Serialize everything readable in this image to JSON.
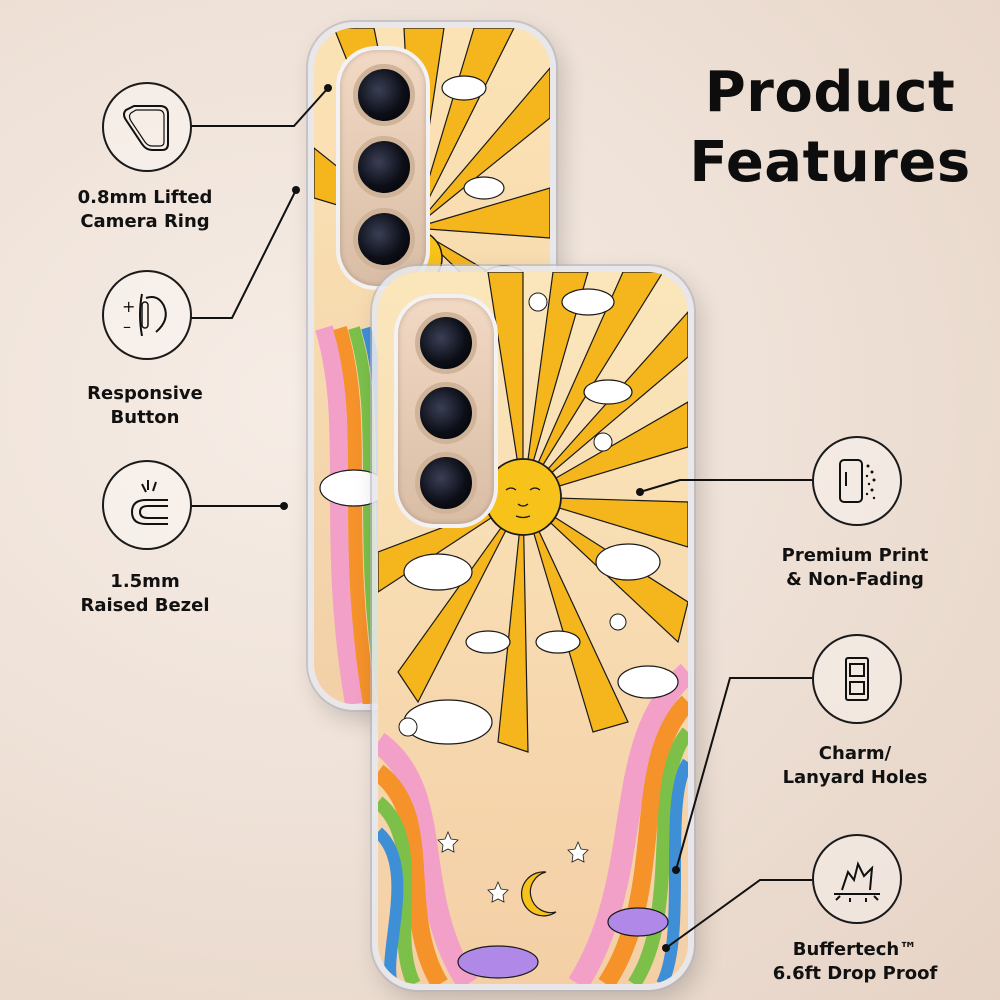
{
  "title": {
    "line1": "Product",
    "line2": "Features"
  },
  "features": [
    {
      "id": "camera-ring",
      "line1": "0.8mm Lifted",
      "line2": "Camera Ring",
      "icon": "camera-ring-icon"
    },
    {
      "id": "button",
      "line1": "Responsive",
      "line2": "Button",
      "icon": "responsive-button-icon"
    },
    {
      "id": "bezel",
      "line1": "1.5mm",
      "line2": "Raised Bezel",
      "icon": "raised-bezel-icon"
    },
    {
      "id": "print",
      "line1": "Premium Print",
      "line2": "& Non-Fading",
      "icon": "premium-print-icon"
    },
    {
      "id": "charm",
      "line1": "Charm/",
      "line2": "Lanyard Holes",
      "icon": "lanyard-holes-icon"
    },
    {
      "id": "drop",
      "line1": "Buffertech™",
      "line2": "6.6ft Drop Proof",
      "icon": "drop-proof-icon"
    }
  ],
  "colors": {
    "text": "#111111",
    "background": "#efe2d8",
    "sun": "#f7c21a",
    "ray": "#f5b51c",
    "rainbow_pink": "#f2a0c8",
    "rainbow_orange": "#f5922a",
    "rainbow_green": "#7cc04a",
    "rainbow_blue": "#3f8fd6",
    "rainbow_purple": "#b088e8"
  }
}
